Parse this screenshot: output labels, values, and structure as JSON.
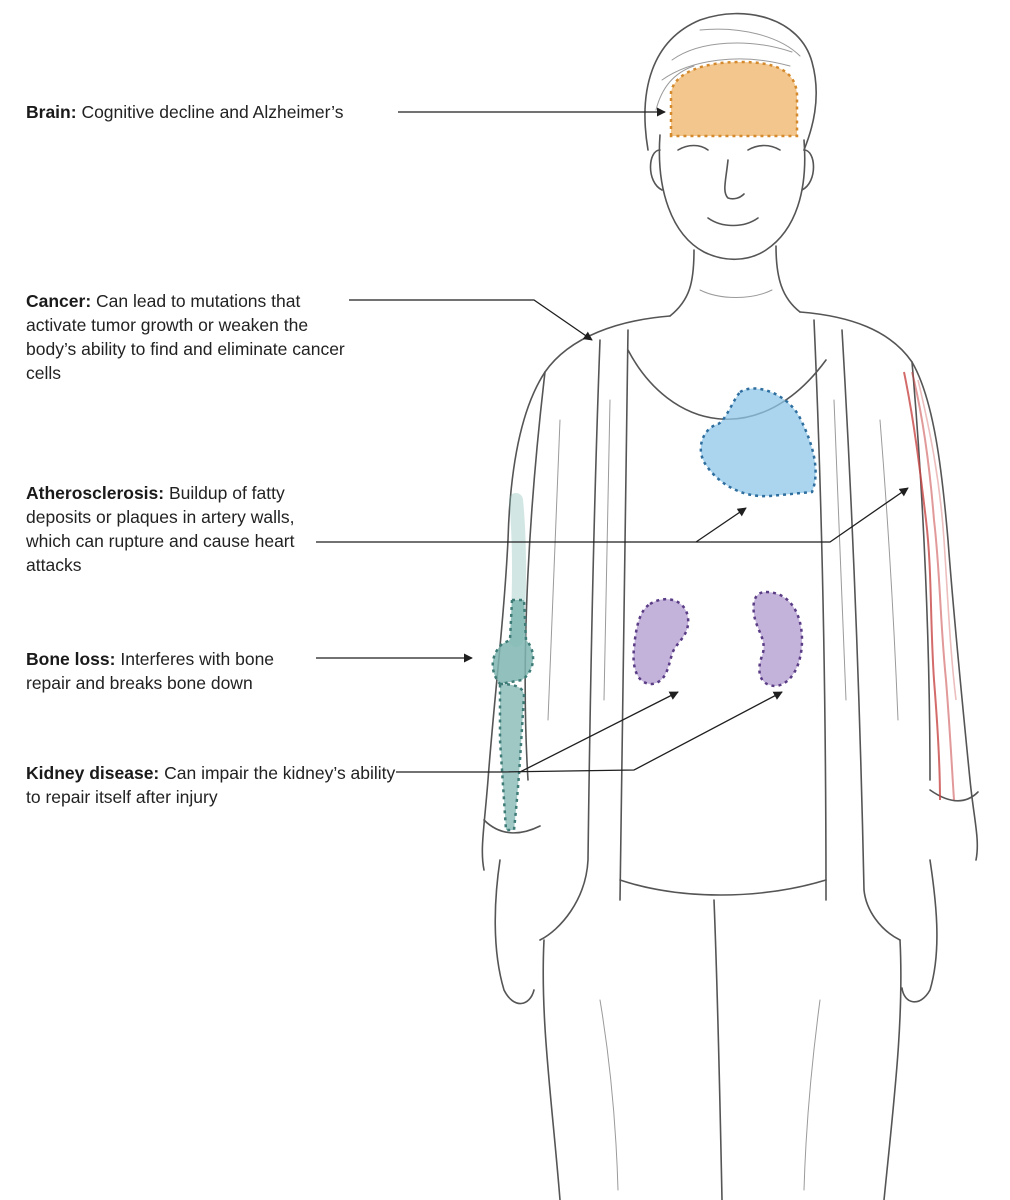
{
  "annotations": [
    {
      "term": "Brain:",
      "text": "Cognitive decline and Alzheimer’s"
    },
    {
      "term": "Cancer:",
      "text": "Can lead to mutations that activate tumor growth or weaken the body’s ability to find and eliminate cancer cells"
    },
    {
      "term": "Atherosclerosis:",
      "text": "Buildup of fatty deposits or plaques in artery walls, which can rupture and cause heart attacks"
    },
    {
      "term": "Bone loss:",
      "text": "Interferes with bone repair and breaks bone down"
    },
    {
      "term": "Kidney disease:",
      "text": "Can impair the kidney’s ability to repair itself after injury"
    }
  ],
  "colors": {
    "brain": "#f0b870",
    "heart": "#8fc7ea",
    "heart_outline": "#2f6f9f",
    "kidney": "#b9a4d4",
    "kidney_outline": "#5b3d86",
    "bone": "#7fb6b2",
    "bone_outline": "#3f7c78",
    "artery": "#c84646",
    "sketch": "#555555",
    "leader": "#1f1f1f"
  }
}
